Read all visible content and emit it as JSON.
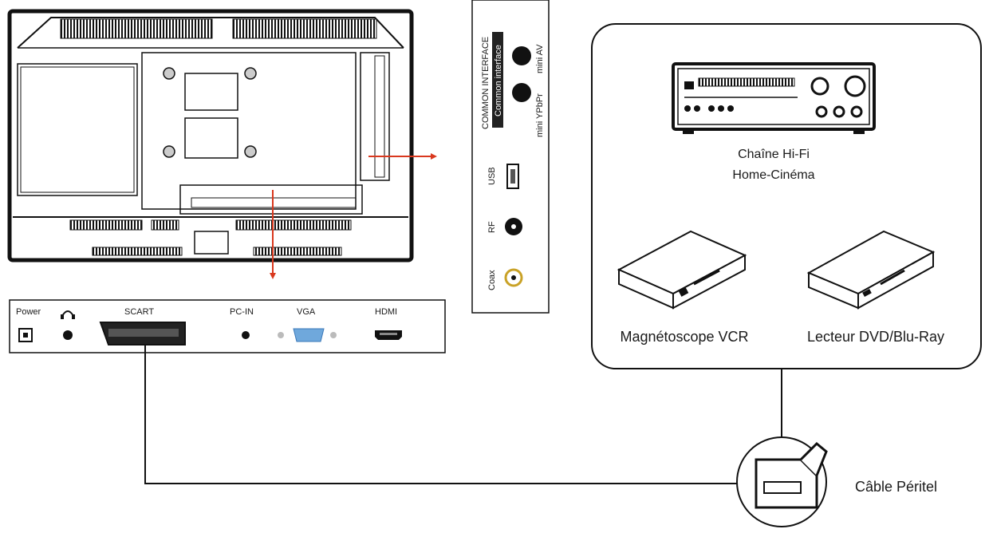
{
  "side_panel": {
    "common_interface": "COMMON INTERFACE",
    "common_interface_sub": "Common interface",
    "mini_av": "mini AV",
    "mini_ypbpr": "mini YPbPr",
    "usb": "USB",
    "rf": "RF",
    "coax": "Coax"
  },
  "bottom_panel": {
    "power": "Power",
    "scart": "SCART",
    "pc_in": "PC-IN",
    "vga": "VGA",
    "hdmi": "HDMI"
  },
  "devices": {
    "hifi_line1": "Chaîne Hi-Fi",
    "hifi_line2": "Home-Cinéma",
    "vcr": "Magnétoscope VCR",
    "dvd": "Lecteur DVD/Blu-Ray"
  },
  "cable": {
    "label": "Câble Péritel"
  },
  "colors": {
    "arrow": "#d9381e",
    "vga_port": "#6fa8dc",
    "coax_ring": "#c9a227"
  }
}
